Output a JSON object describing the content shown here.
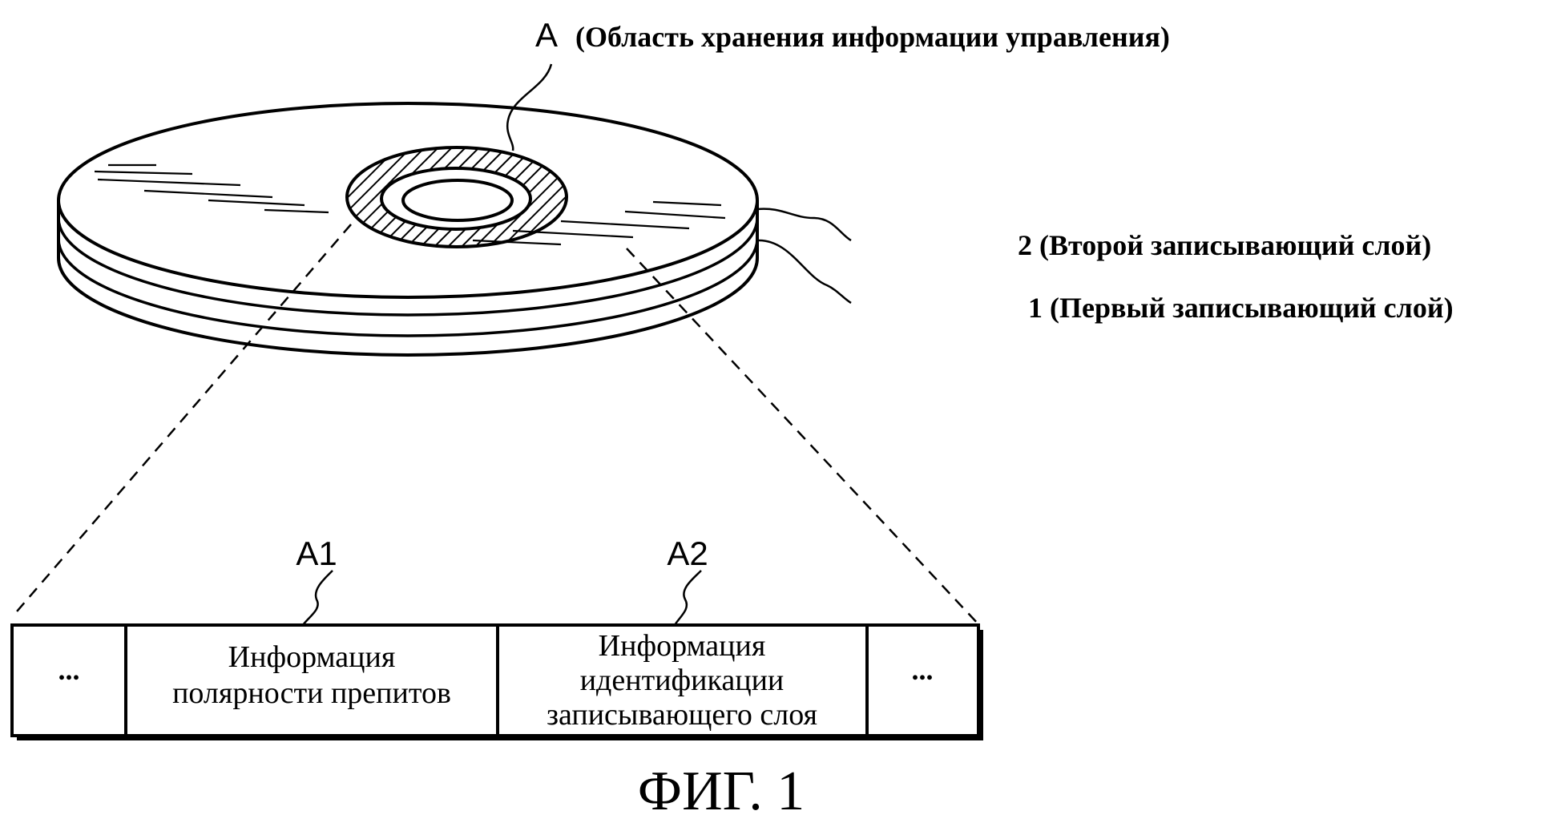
{
  "labels": {
    "area_a": {
      "letter": "A",
      "text": "(Область хранения информации управления)"
    },
    "layer_2": "2 (Второй записывающий слой)",
    "layer_1": "1 (Первый записывающий слой)",
    "a1": "A1",
    "a2": "A2"
  },
  "table": {
    "cells": [
      {
        "lines": [
          "..."
        ]
      },
      {
        "lines": [
          "Информация",
          "полярности препитов"
        ]
      },
      {
        "lines": [
          "Информация",
          "идентификации",
          "записывающего слоя"
        ]
      },
      {
        "lines": [
          "..."
        ]
      }
    ]
  },
  "caption": "ФИГ. 1"
}
